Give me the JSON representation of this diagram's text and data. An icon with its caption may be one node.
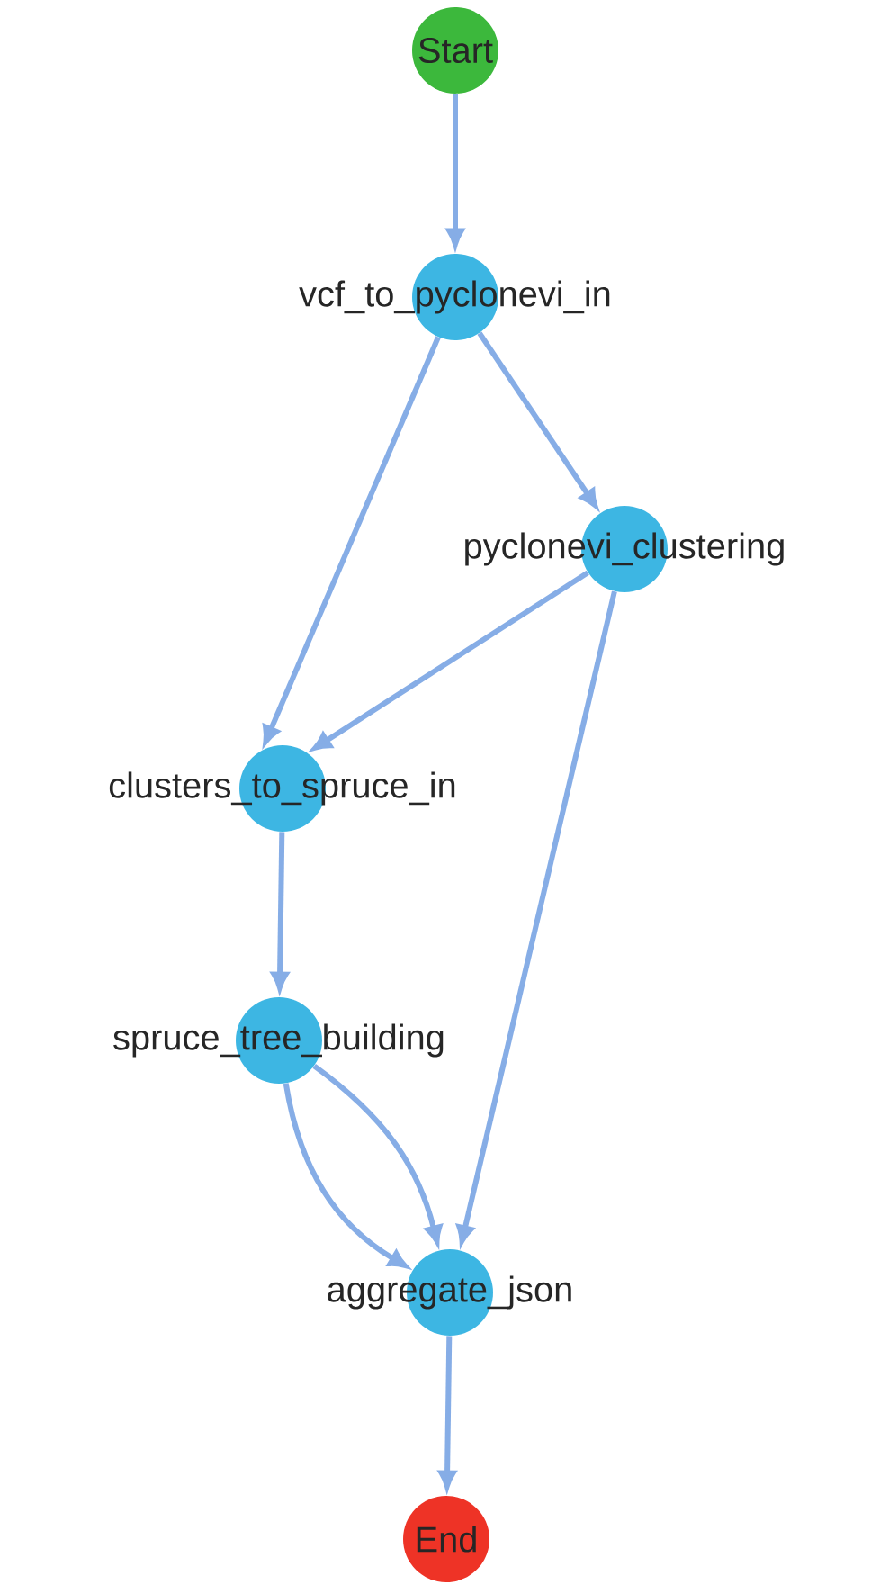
{
  "diagram": {
    "nodes": [
      {
        "text": [
          "Start"
        ]
      },
      {
        "text": [
          "vcf_to_pyclonevi_in"
        ]
      },
      {
        "text": [
          "pyclonevi_clustering"
        ]
      },
      {
        "text": [
          "clusters_to_spruce_in"
        ]
      },
      {
        "text": [
          "spruce_tree_building"
        ]
      },
      {
        "text": [
          "aggregate_json"
        ]
      },
      {
        "text": [
          "End"
        ]
      }
    ],
    "edges": [
      {
        "from": 0,
        "to": 1,
        "arrow": "to"
      },
      {
        "from": 1,
        "to": 2,
        "arrow": "to"
      },
      {
        "from": 1,
        "to": 3,
        "arrow": "to"
      },
      {
        "from": 2,
        "to": 3,
        "arrow": "to"
      },
      {
        "from": 2,
        "to": 5,
        "arrow": "to"
      },
      {
        "from": 3,
        "to": 4,
        "arrow": "to"
      },
      {
        "from": 4,
        "to": 5,
        "arrow": "to"
      },
      {
        "from": 4,
        "to": 5,
        "arrow": "to"
      },
      {
        "from": 5,
        "to": 6,
        "arrow": "to"
      }
    ]
  }
}
